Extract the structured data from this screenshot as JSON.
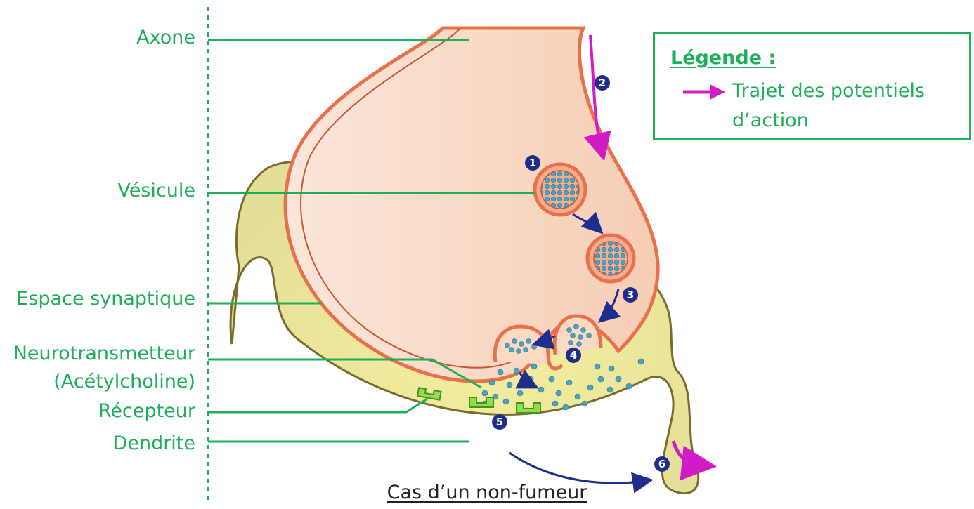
{
  "labels": {
    "axone": "Axone",
    "vesicule": "Vésicule",
    "espace": "Espace synaptique",
    "neuro_line1": "Neurotransmetteur",
    "neuro_line2": "(Acétylcholine)",
    "recepteur": "Récepteur",
    "dendrite": "Dendrite"
  },
  "legend": {
    "title": "Légende :",
    "text": "Trajet des potentiels\nd’action"
  },
  "caption": "Cas d’un non-fumeur",
  "steps": [
    "1",
    "2",
    "3",
    "4",
    "5",
    "6"
  ],
  "colors": {
    "label_green": "#1fae5a",
    "arrow_magenta": "#d01bc6",
    "membrane_orange": "#e8704a",
    "cytoplasm": "#fbe0cf",
    "synaptic_yellow": "#f3e9a8",
    "dendrite_brown": "#8a6a2a",
    "receptor_green": "#8ee04a",
    "marker_navy": "#1f2e8c",
    "vesicle_dots": "#4aa3c4"
  }
}
